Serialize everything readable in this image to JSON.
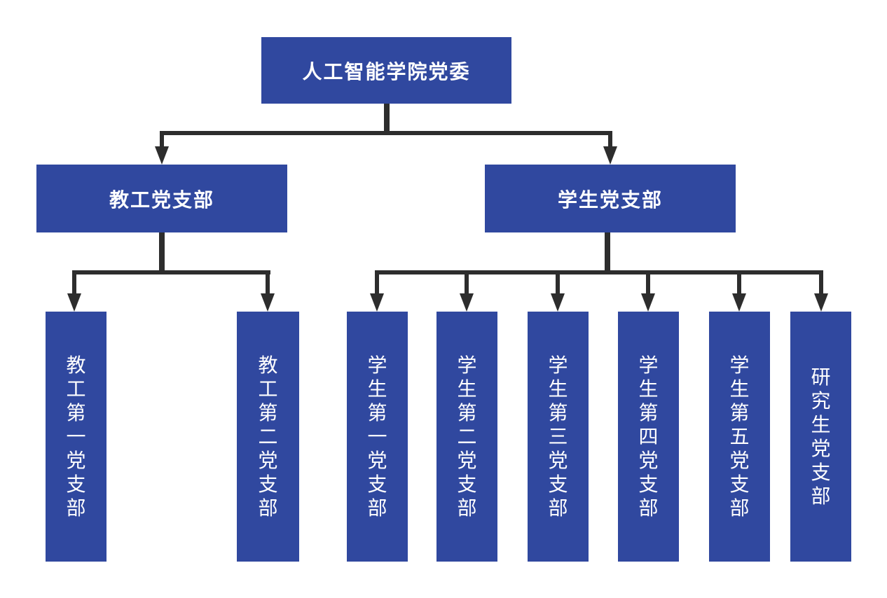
{
  "org": {
    "root": {
      "label": "人工智能学院党委"
    },
    "level2": [
      {
        "label": "教工党支部"
      },
      {
        "label": "学生党支部"
      }
    ],
    "level3": [
      {
        "label": "教工第一党支部"
      },
      {
        "label": "教工第二党支部"
      },
      {
        "label": "学生第一党支部"
      },
      {
        "label": "学生第二党支部"
      },
      {
        "label": "学生第三党支部"
      },
      {
        "label": "学生第四党支部"
      },
      {
        "label": "学生第五党支部"
      },
      {
        "label": "研究生党支部"
      }
    ]
  },
  "colors": {
    "box_fill": "#30489f",
    "box_text": "#ffffff",
    "connector": "#2d2d2d",
    "background": "#ffffff"
  }
}
